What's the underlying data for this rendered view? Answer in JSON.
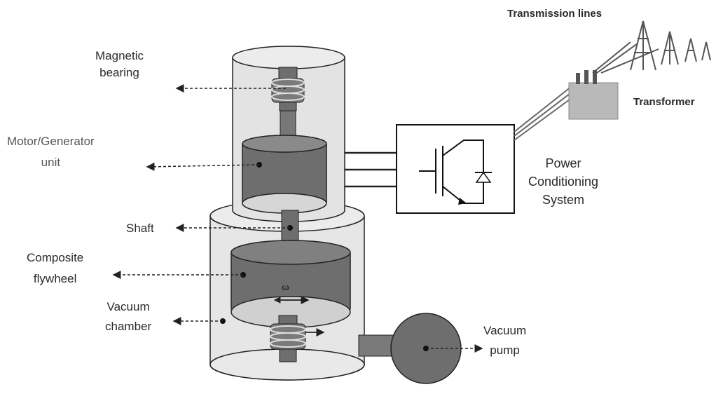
{
  "labels": {
    "magnetic_bearing": [
      "Magnetic",
      "bearing"
    ],
    "motor_generator": [
      "Motor/Generator",
      "unit"
    ],
    "shaft": "Shaft",
    "composite_flywheel": [
      "Composite",
      "flywheel"
    ],
    "vacuum_chamber": [
      "Vacuum",
      "chamber"
    ],
    "vacuum_pump": [
      "Vacuum",
      "pump"
    ],
    "power_conditioning": [
      "Power",
      "Conditioning",
      "System"
    ],
    "transmission_lines": "Transmission lines",
    "transformer": "Transformer",
    "omega": "ω"
  },
  "colors": {
    "enclosure": "#e3e3e3",
    "component": "#6e6e6e",
    "component_top": "#8a8a8a",
    "disc_face": "#d0d0d0",
    "outline": "#1a1a1a"
  }
}
